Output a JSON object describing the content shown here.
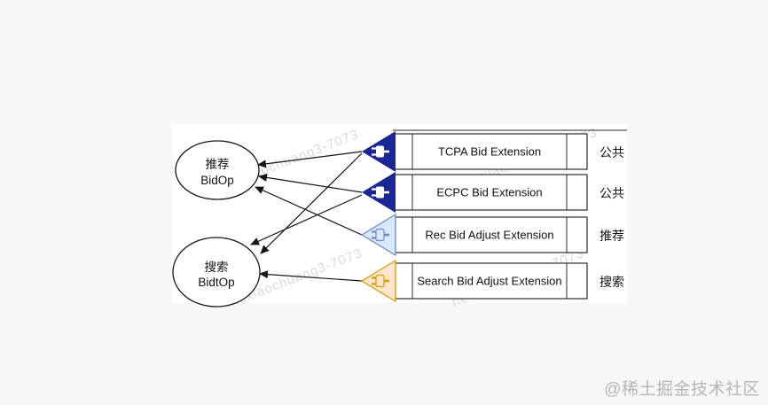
{
  "canvas": {
    "background": "#f6f7f8",
    "panel_background": "#ffffff"
  },
  "watermark": {
    "site": "@稀土掘金技术社区",
    "tile": "hexiaochuang3-7073"
  },
  "diagram": {
    "nodes": [
      {
        "id": "rec-bidop",
        "label_zh": "推荐",
        "label_en": "BidOp"
      },
      {
        "id": "search-bidtop",
        "label_zh": "搜索",
        "label_en": "BidtOp"
      }
    ],
    "extensions": [
      {
        "id": "tcpa",
        "title": "TCPA Bid Extension",
        "scope": "公共",
        "style": "dark-blue"
      },
      {
        "id": "ecpc",
        "title": "ECPC Bid Extension",
        "scope": "公共",
        "style": "dark-blue"
      },
      {
        "id": "rec",
        "title": "Rec Bid Adjust Extension",
        "scope": "推荐",
        "style": "light-blue"
      },
      {
        "id": "search",
        "title": "Search Bid Adjust Extension",
        "scope": "搜索",
        "style": "orange"
      }
    ],
    "colors": {
      "dark_blue": "#1b2696",
      "light_blue_fill": "#dae8fc",
      "light_blue_stroke": "#6c8ebf",
      "orange_fill": "#ffe6cc",
      "orange_stroke": "#d79b00",
      "line": "#161616"
    },
    "edges": [
      {
        "from": "tcpa",
        "to": "rec-bidop"
      },
      {
        "from": "tcpa",
        "to": "search-bidtop"
      },
      {
        "from": "ecpc",
        "to": "rec-bidop"
      },
      {
        "from": "ecpc",
        "to": "search-bidtop"
      },
      {
        "from": "rec",
        "to": "rec-bidop"
      },
      {
        "from": "search",
        "to": "search-bidtop"
      }
    ]
  }
}
